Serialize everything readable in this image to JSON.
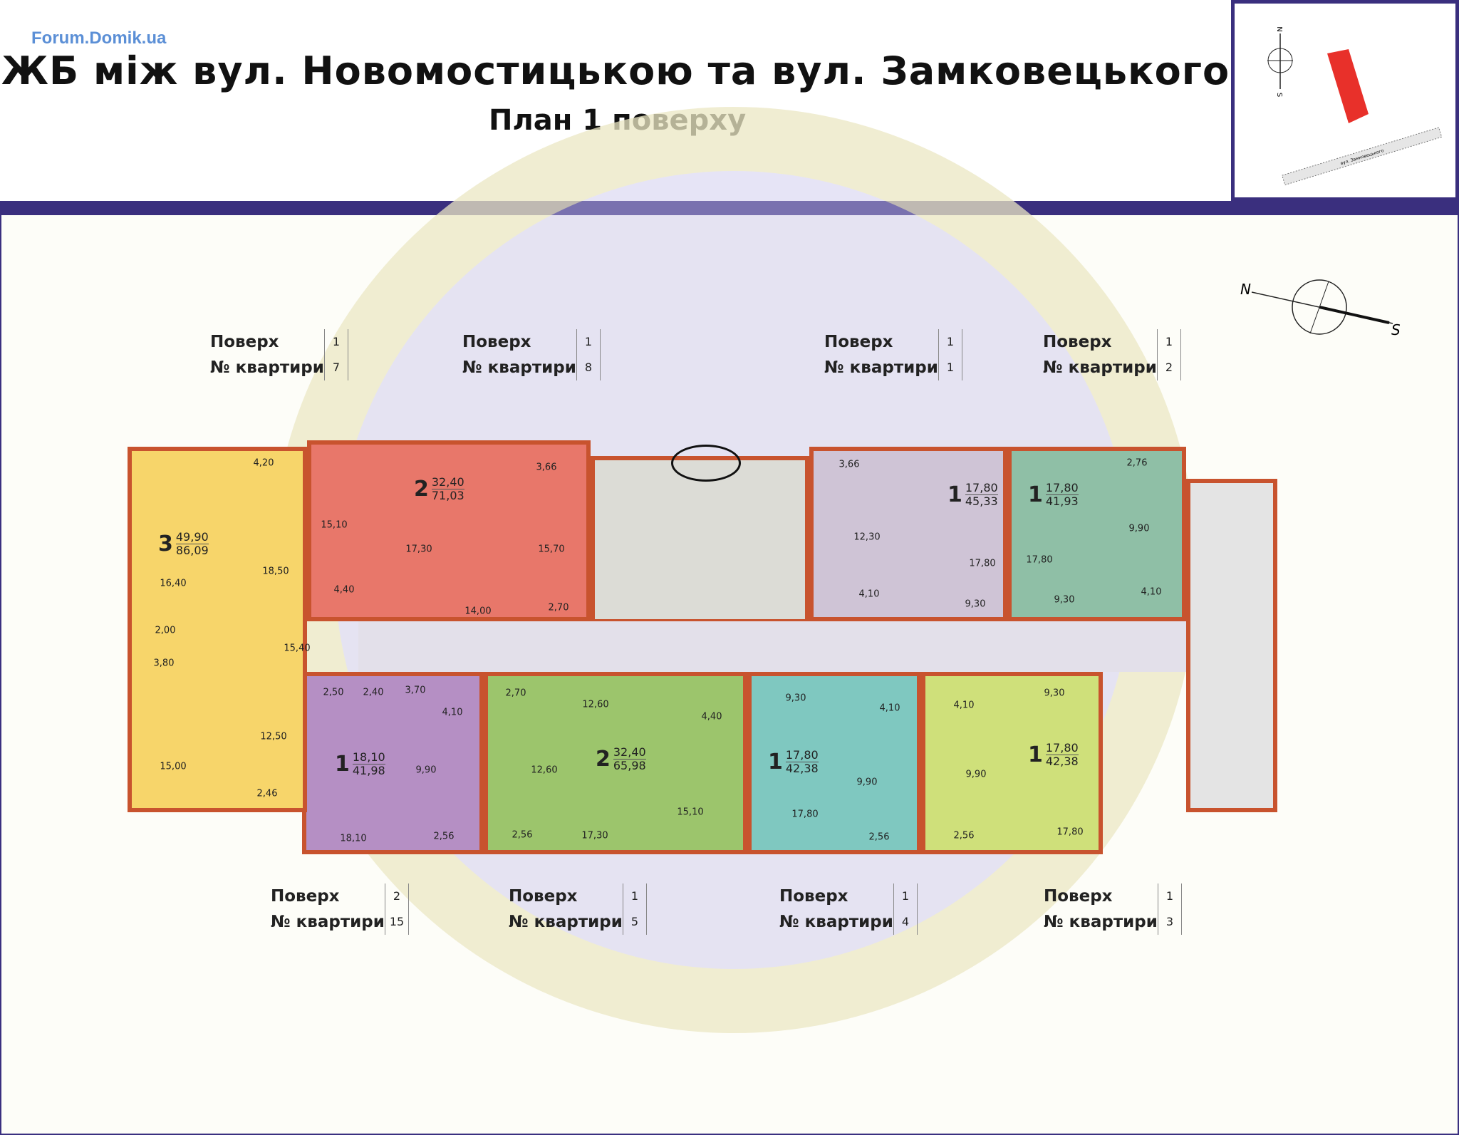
{
  "header": {
    "logo": "Forum.Domik.ua",
    "title": "ЖБ між вул. Новомостицькою та вул. Замковецького",
    "subtitle": "План 1 поверху"
  },
  "site_plan": {
    "north": "N",
    "south": "S",
    "street": "вул. Замковецького",
    "building_color": "#e8302a"
  },
  "compass": {
    "north": "N",
    "south": "S"
  },
  "info_labels": {
    "floor": "Поверх",
    "apartment": "№ квартири"
  },
  "apartments": [
    {
      "id": "7",
      "floor": "1",
      "rooms": "3",
      "living": "49,90",
      "total": "86,09",
      "color": "#f7d56a",
      "room_areas": [
        "4,20",
        "16,40",
        "18,50",
        "2,00",
        "3,80",
        "15,40",
        "12,50",
        "15,00",
        "2,46"
      ]
    },
    {
      "id": "8",
      "floor": "1",
      "rooms": "2",
      "living": "32,40",
      "total": "71,03",
      "color": "#e8776a",
      "room_areas": [
        "15,10",
        "17,30",
        "3,66",
        "15,70",
        "4,40",
        "14,00",
        "2,70"
      ]
    },
    {
      "id": "1",
      "floor": "1",
      "rooms": "1",
      "living": "17,80",
      "total": "45,33",
      "color": "#cfc4d6",
      "room_areas": [
        "3,66",
        "12,30",
        "4,10",
        "17,80",
        "9,30"
      ]
    },
    {
      "id": "2",
      "floor": "1",
      "rooms": "1",
      "living": "17,80",
      "total": "41,93",
      "color": "#8fbfa6",
      "room_areas": [
        "2,76",
        "9,90",
        "17,80",
        "9,30",
        "4,10"
      ]
    },
    {
      "id": "15",
      "floor": "2",
      "rooms": "1",
      "living": "18,10",
      "total": "41,98",
      "color": "#b58fc4",
      "room_areas": [
        "2,50",
        "2,40",
        "3,70",
        "4,10",
        "9,90",
        "18,10",
        "2,56"
      ]
    },
    {
      "id": "5",
      "floor": "1",
      "rooms": "2",
      "living": "32,40",
      "total": "65,98",
      "color": "#9cc56c",
      "room_areas": [
        "2,70",
        "12,60",
        "4,40",
        "12,60",
        "15,10",
        "2,56",
        "17,30"
      ]
    },
    {
      "id": "4",
      "floor": "1",
      "rooms": "1",
      "living": "17,80",
      "total": "42,38",
      "color": "#7fc8c0",
      "room_areas": [
        "9,30",
        "4,10",
        "9,90",
        "17,80",
        "2,56"
      ]
    },
    {
      "id": "3",
      "floor": "1",
      "rooms": "1",
      "living": "17,80",
      "total": "42,38",
      "color": "#cfe07a",
      "room_areas": [
        "9,30",
        "4,10",
        "9,90",
        "17,80",
        "2,56"
      ]
    }
  ]
}
